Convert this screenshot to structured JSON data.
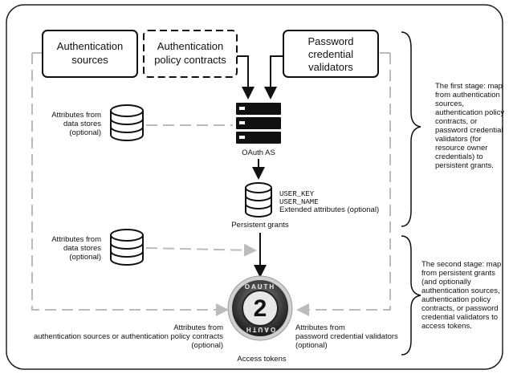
{
  "boxes": {
    "auth_sources": [
      "Authentication",
      "sources"
    ],
    "policy_contracts": [
      "Authentication",
      "policy contracts"
    ],
    "password_validators": [
      "Password",
      "credential",
      "validators"
    ]
  },
  "labels": {
    "oauth_as": "OAuth AS",
    "persistent_grants": "Persistent grants",
    "access_tokens": "Access tokens",
    "attrs_top": [
      "Attributes from",
      "data stores",
      "(optional)"
    ],
    "attrs_mid": [
      "Attributes from",
      "data stores",
      "(optional)"
    ],
    "attrs_left": [
      "Attributes from",
      "authentication sources or authentication policy contracts",
      "(optional)"
    ],
    "attrs_right": [
      "Attributes from",
      "password credential validators",
      "(optional)"
    ],
    "grant_fields": [
      "USER_KEY",
      "USER_NAME",
      "Extended attributes (optional)"
    ],
    "oauth_logo_top": "OAUTH",
    "oauth_logo_bottom": "OAUTH",
    "oauth_logo_number": "2"
  },
  "notes": {
    "first_stage": [
      "The first stage: map",
      "from authentication",
      "sources,",
      "authentication policy",
      "contracts, or",
      "password credential",
      "validators (for",
      "resource owner",
      "credentials) to",
      "persistent grants."
    ],
    "second_stage": [
      "The second stage: map",
      "from persistent grants",
      "(and optionally",
      "authentication sources,",
      "authentication policy",
      "contracts, or password",
      "credential validators to",
      "access tokens."
    ]
  },
  "colors": {
    "line": "#111111",
    "dashed_gray": "#bbbbbb",
    "frame": "#222222"
  }
}
